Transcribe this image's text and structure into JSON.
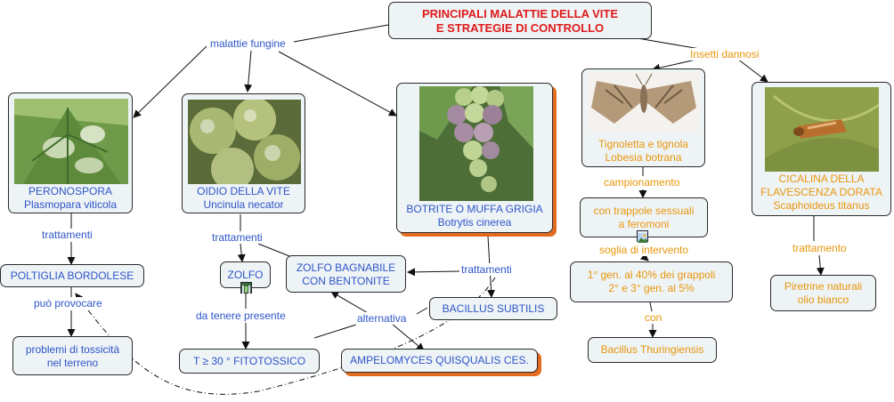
{
  "title": "PRINCIPALI MALATTIE DELLA VITE\nE STRATEGIE DI CONTROLLO",
  "links": {
    "malattie_fungine": "malattie fungine",
    "insetti_dannosi": "Insetti dannosi",
    "trattamenti_1": "trattamenti",
    "trattamenti_2": "trattamenti",
    "trattamenti_3": "trattamenti",
    "puo_provocare": "può provocare",
    "da_tenere_presente": "da tenere presente",
    "alternativa": "alternativa",
    "campionamento": "campionamento",
    "soglia_di_intervento": "soglia di intervento",
    "con": "con",
    "trattamento": "trattamento"
  },
  "nodes": {
    "peronospora": "PERONOSPORA\nPlasmopara viticola",
    "oidio": "OIDIO DELLA VITE\nUncinula necator",
    "botrite": "BOTRITE O MUFFA GRIGIA\nBotrytis cinerea",
    "tignoletta": "Tignoletta e tignola\nLobesia botrana",
    "cicalina": "CICALINA DELLA\nFLAVESCENZA DORATA\nScaphoideus titanus",
    "poltiglia": "POLTIGLIA BORDOLESE",
    "zolfo": "ZOLFO",
    "zolfo_bagnabile": "ZOLFO BAGNABILE\nCON BENTONITE",
    "bacillus_subtilis": "BACILLUS SUBTILIS",
    "problemi": "problemi di tossicità\nnel terreno",
    "fitotossico": "T ≥ 30 ° FITOTOSSICO",
    "ampelomyces": "AMPELOMYCES QUISQUALIS CES.",
    "trappole": "con trappole sessuali\na feromoni",
    "soglia": "1° gen. al 40% dei grappoli\n2° e 3° gen. al 5%",
    "bacillus_thuringiensis": "Bacillus Thuringiensis",
    "piretrine": "Piretrine naturali\nolio bianco"
  },
  "colors": {
    "title_text": "#e01a1a",
    "fungal_text": "#2e55c9",
    "insect_text": "#e8960a",
    "node_fill": "#eef3f6",
    "highlight_shadow": "#e36b1f"
  },
  "icons": [
    "leaf-photo",
    "grape-photo",
    "botrytis-grape-photo",
    "moth-photo",
    "leafhopper-photo",
    "video-icon",
    "image-icon"
  ]
}
